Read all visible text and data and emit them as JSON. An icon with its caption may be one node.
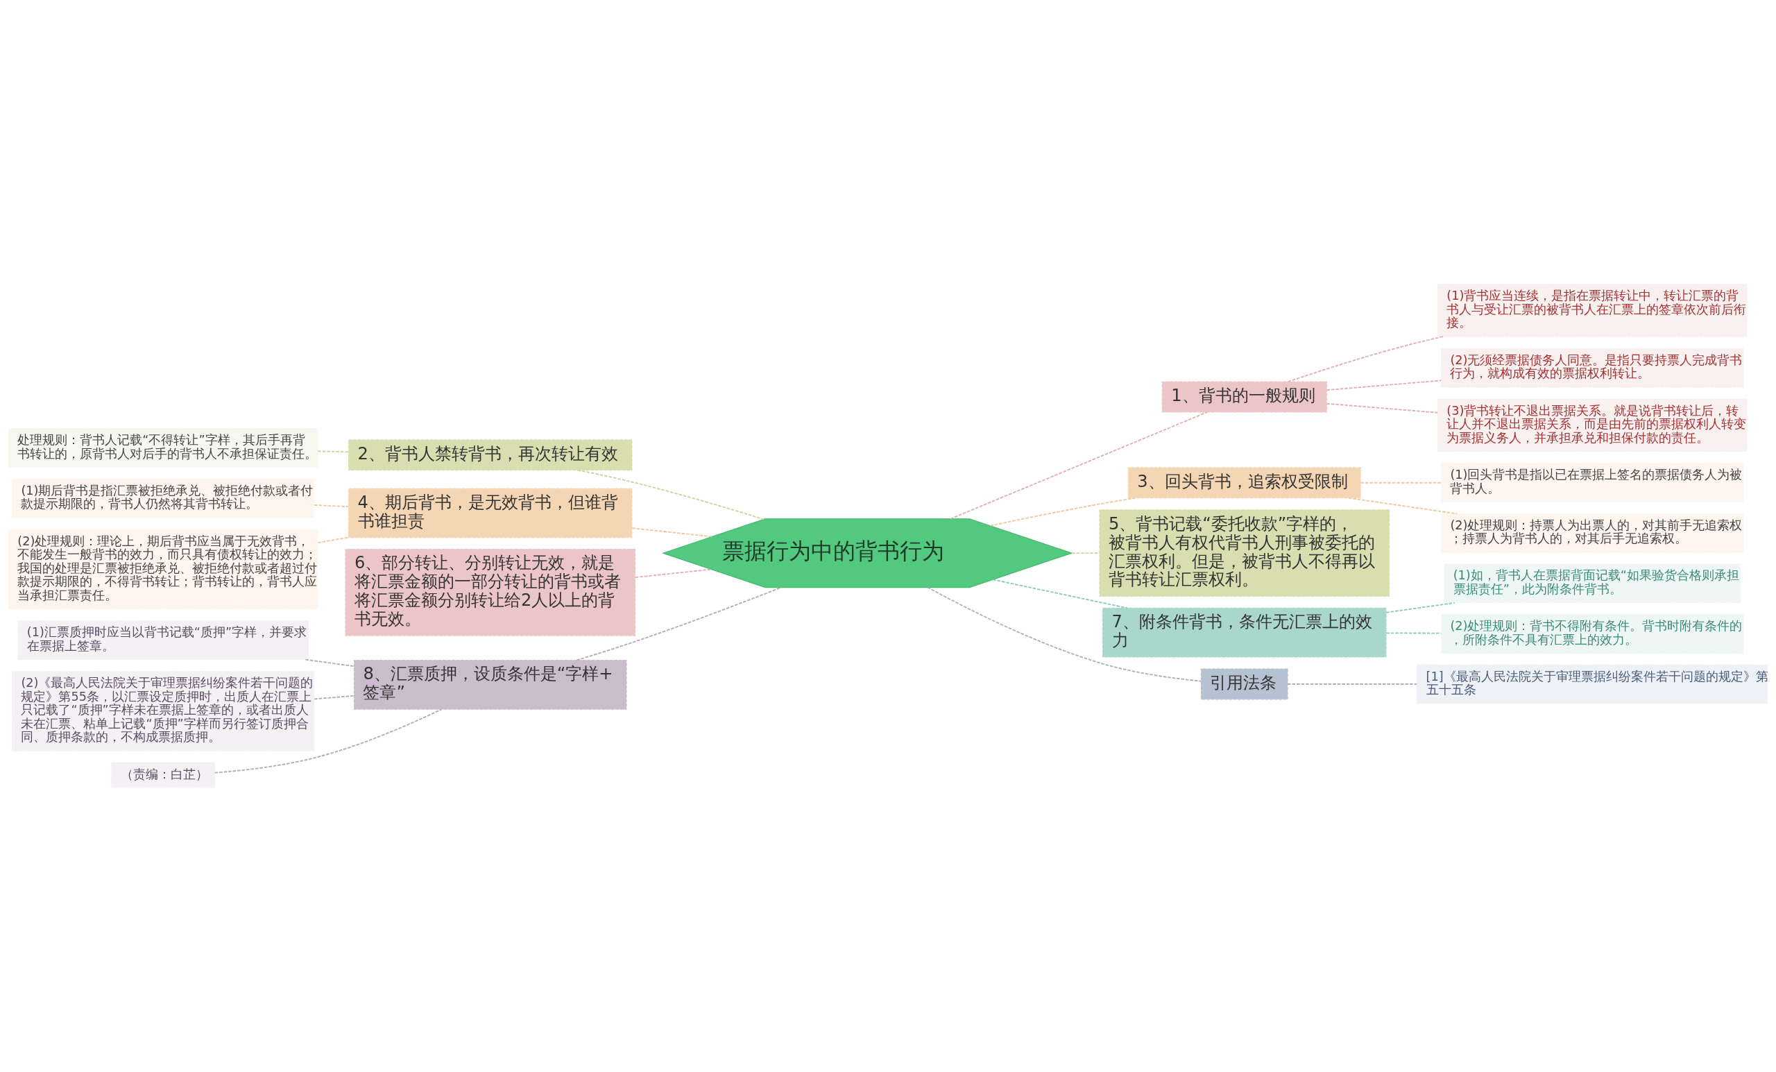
{
  "diagram": {
    "nodes": [
      {
        "text": [
          "票据行为中的背书行为"
        ]
      },
      {
        "text": [
          "1、背书的一般规则"
        ]
      },
      {
        "text": [
          "(1)背书应当连续，是指在票据转让中，转让汇票的背书人与受让汇票的被背书人在汇票上的签章依次前后衔接。"
        ]
      },
      {
        "text": [
          "(2)无须经票据债务人同意。是指只要持票人完成背书行为，就构成有效的票据权利转让。"
        ]
      },
      {
        "text": [
          "(3)背书转让不退出票据关系。就是说背书转让后，转让人并不退出票据关系，而是由先前的票据权利人转变为票据义务人，并承担承兑和担保付款的责任。"
        ]
      },
      {
        "text": [
          "2、背书人禁转背书，再次转让有效"
        ]
      },
      {
        "text": [
          "处理规则：背书人记载“不得转让”字样，其后手再背书转让的，原背书人对后手的背书人不承担保证责任。"
        ]
      },
      {
        "text": [
          "3、回头背书，追索权受限制"
        ]
      },
      {
        "text": [
          "(1)回头背书是指以已在票据上签名的票据债务人为被背书人。"
        ]
      },
      {
        "text": [
          "(2)处理规则：持票人为出票人的，对其前手无追索权；持票人为背书人的，对其后手无追索权。"
        ]
      },
      {
        "text": [
          "4、期后背书，是无效背书，但谁背书谁担责"
        ]
      },
      {
        "text": [
          "(1)期后背书是指汇票被拒绝承兑、被拒绝付款或者付款提示期限的，背书人仍然将其背书转让。"
        ]
      },
      {
        "text": [
          "(2)处理规则：理论上，期后背书应当属于无效背书，不能发生一般背书的效力，而只具有债权转让的效力；我国的处理是汇票被拒绝承兑、被拒绝付款或者超过付款提示期限的，不得背书转让；背书转让的，背书人应当承担汇票责任。"
        ]
      },
      {
        "text": [
          "5、背书记载“委托收款”字样的，被背书人有权代背书人刑事被委托的汇票权利。但是，被背书人不得再以背书转让汇票权利。"
        ]
      },
      {
        "text": [
          "6、部分转让、分别转让无效，就是将汇票金额的一部分转让的背书或者将汇票金额分别转让给2人以上的背书无效。"
        ]
      },
      {
        "text": [
          "7、附条件背书，条件无汇票上的效力"
        ]
      },
      {
        "text": [
          "(1)如，背书人在票据背面记载“如果验货合格则承担票据责任”，此为附条件背书。"
        ]
      },
      {
        "text": [
          "(2)处理规则：背书不得附有条件。背书时附有条件的，所附条件不具有汇票上的效力。"
        ]
      },
      {
        "text": [
          "8、汇票质押，设质条件是“字样+签章”"
        ]
      },
      {
        "text": [
          "(1)汇票质押时应当以背书记载“质押”字样，并要求在票据上签章。"
        ]
      },
      {
        "text": [
          "(2)《最高人民法院关于审理票据纠纷案件若干问题的规定》第55条，以汇票设定质押时，出质人在汇票上只记载了“质押”字样未在票据上签章的，或者出质人未在汇票、粘单上记载“质押”字样而另行签订质押合同、质押条款的，不构成票据质押。"
        ]
      },
      {
        "text": [
          "（责编：白芷）"
        ]
      },
      {
        "text": [
          "引用法条"
        ]
      },
      {
        "text": [
          "[1]《最高人民法院关于审理票据纠纷案件若干问题的规定》第五十五条"
        ]
      }
    ],
    "edges": [
      {
        "from": 0,
        "to": 1,
        "arrow": "none",
        "style": "dashed",
        "color": "#e0b0b0"
      },
      {
        "from": 1,
        "to": 2,
        "arrow": "none",
        "style": "dashed",
        "color": "#e0b0b0"
      },
      {
        "from": 1,
        "to": 3,
        "arrow": "none",
        "style": "dashed",
        "color": "#e0b0b0"
      },
      {
        "from": 1,
        "to": 4,
        "arrow": "none",
        "style": "dashed",
        "color": "#e0b0b0"
      },
      {
        "from": 0,
        "to": 5,
        "arrow": "none",
        "style": "dashed",
        "color": "#cfd4a0"
      },
      {
        "from": 5,
        "to": 6,
        "arrow": "none",
        "style": "dashed",
        "color": "#cfd4a0"
      },
      {
        "from": 0,
        "to": 7,
        "arrow": "none",
        "style": "dashed",
        "color": "#f0c8a0"
      },
      {
        "from": 7,
        "to": 8,
        "arrow": "none",
        "style": "dashed",
        "color": "#f0c8a0"
      },
      {
        "from": 7,
        "to": 9,
        "arrow": "none",
        "style": "dashed",
        "color": "#f0c8a0"
      },
      {
        "from": 0,
        "to": 10,
        "arrow": "none",
        "style": "dashed",
        "color": "#f0c8a0"
      },
      {
        "from": 10,
        "to": 11,
        "arrow": "none",
        "style": "dashed",
        "color": "#f0c8a0"
      },
      {
        "from": 10,
        "to": 12,
        "arrow": "none",
        "style": "dashed",
        "color": "#f0c8a0"
      },
      {
        "from": 0,
        "to": 13,
        "arrow": "none",
        "style": "dashed",
        "color": "#cfd4a0"
      },
      {
        "from": 0,
        "to": 14,
        "arrow": "none",
        "style": "dashed",
        "color": "#e0b0b0"
      },
      {
        "from": 0,
        "to": 15,
        "arrow": "none",
        "style": "dashed",
        "color": "#90c8bc"
      },
      {
        "from": 15,
        "to": 16,
        "arrow": "none",
        "style": "dashed",
        "color": "#90c8bc"
      },
      {
        "from": 15,
        "to": 17,
        "arrow": "none",
        "style": "dashed",
        "color": "#90c8bc"
      },
      {
        "from": 0,
        "to": 18,
        "arrow": "none",
        "style": "dashed",
        "color": "#b8a8bc"
      },
      {
        "from": 18,
        "to": 19,
        "arrow": "none",
        "style": "dashed",
        "color": "#b8a8bc"
      },
      {
        "from": 18,
        "to": 20,
        "arrow": "none",
        "style": "dashed",
        "color": "#b8a8bc"
      },
      {
        "from": 18,
        "to": 21,
        "arrow": "none",
        "style": "dashed",
        "color": "#b8a8bc"
      },
      {
        "from": 0,
        "to": 22,
        "arrow": "none",
        "style": "dashed",
        "color": "#a8b4c4"
      },
      {
        "from": 22,
        "to": 23,
        "arrow": "none",
        "style": "dashed",
        "color": "#a8b4c4"
      }
    ]
  }
}
